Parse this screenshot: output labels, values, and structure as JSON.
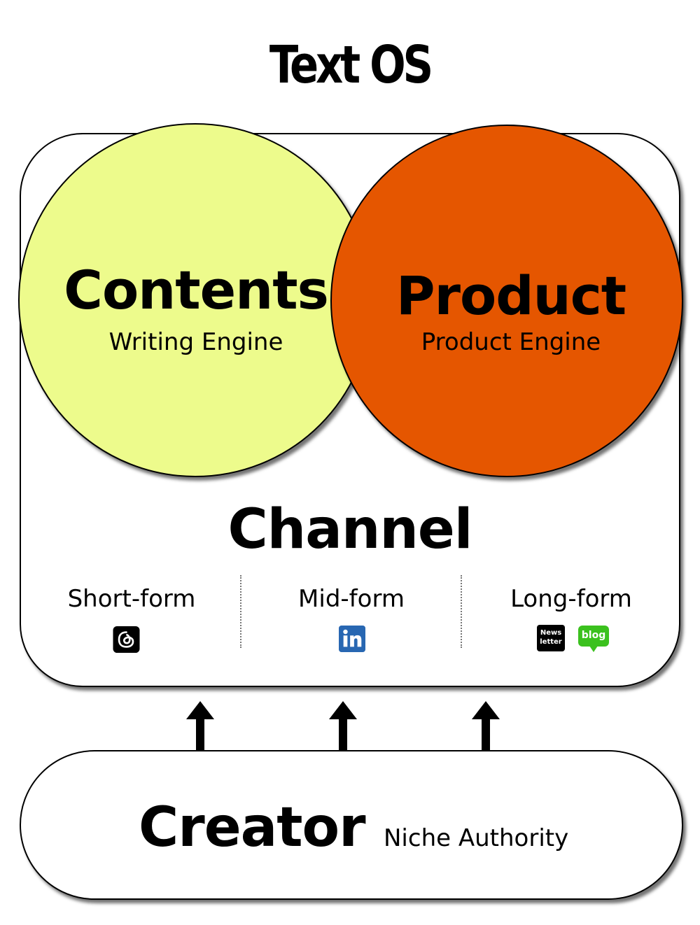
{
  "title": "Text OS",
  "contents": {
    "title": "Contents",
    "subtitle": "Writing Engine",
    "color": "#edfb8c"
  },
  "product": {
    "title": "Product",
    "subtitle": "Product Engine",
    "color": "#e55600"
  },
  "channel": {
    "title": "Channel",
    "forms": [
      {
        "label": "Short-form",
        "icons": [
          "threads-icon"
        ]
      },
      {
        "label": "Mid-form",
        "icons": [
          "linkedin-icon"
        ]
      },
      {
        "label": "Long-form",
        "icons": [
          "newsletter-icon",
          "blog-icon"
        ]
      }
    ],
    "newsletter_icon_text": [
      "News",
      "letter"
    ],
    "blog_icon_text": "blog"
  },
  "creator": {
    "title": "Creator",
    "subtitle": "Niche Authority"
  },
  "colors": {
    "linkedin": "#2867b2",
    "blog": "#3bc11e"
  }
}
